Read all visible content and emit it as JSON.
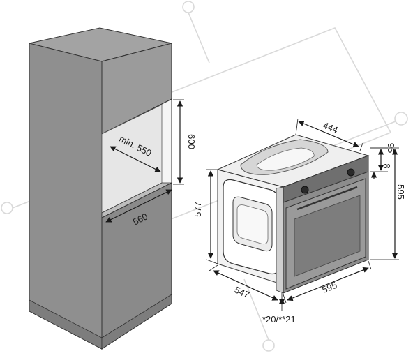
{
  "dimensions": {
    "niche_depth": "min. 550",
    "niche_height": "600",
    "niche_width": "560",
    "oven_top_depth": "444",
    "panel_height": "95",
    "panel_gap": "8",
    "oven_height": "595",
    "oven_side_height": "577",
    "oven_depth": "547",
    "oven_width": "595",
    "door_offset": "*20/**21"
  },
  "colors": {
    "cabinet_front": "#8a8a8a",
    "cabinet_side": "#7a7a7a",
    "cabinet_top": "#9a9a9a",
    "oven_front": "#8c8c8c",
    "oven_side": "#f2f2f2"
  }
}
